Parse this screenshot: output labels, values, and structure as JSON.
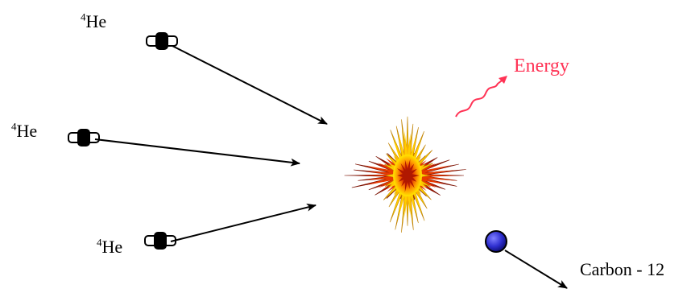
{
  "particles": [
    {
      "mass_number": "4",
      "symbol": "He"
    },
    {
      "mass_number": "4",
      "symbol": "He"
    },
    {
      "mass_number": "4",
      "symbol": "He"
    }
  ],
  "energy": {
    "label": "Energy",
    "color": "#ff3355"
  },
  "product": {
    "label": "Carbon - 12",
    "color": "#2f2fd0"
  },
  "fusion_flash": {
    "colors": [
      "#ffe600",
      "#ff9900",
      "#e03000",
      "#8a1000"
    ]
  }
}
